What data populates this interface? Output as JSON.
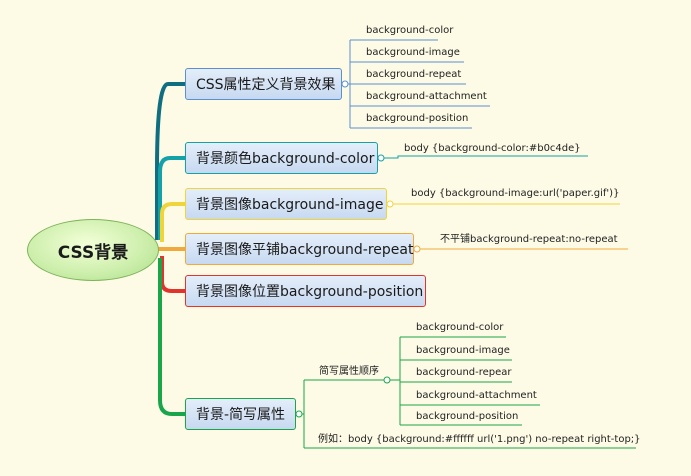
{
  "root": {
    "label": "CSS背景"
  },
  "branches": [
    {
      "label": "CSS属性定义背景效果",
      "color": "#5b8fcf",
      "children": [
        "background-color",
        "background-image",
        "background-repeat",
        "background-attachment",
        "background-position"
      ]
    },
    {
      "label": "背景颜色background-color",
      "color": "#14a1a8",
      "note": "body {background-color:#b0c4de}"
    },
    {
      "label": "背景图像background-image",
      "color": "#f0d43c",
      "note": "body {background-image:url('paper.gif')}"
    },
    {
      "label": "背景图像平铺background-repeat",
      "color": "#f2a93b",
      "note": "不平铺background-repeat:no-repeat"
    },
    {
      "label": "背景图像位置background-position",
      "color": "#e0342c"
    },
    {
      "label": "背景-简写属性",
      "color": "#1aa54a",
      "sub_label": "简写属性顺序",
      "children": [
        "background-color",
        "background-image",
        "background-repear",
        "background-attachment",
        "background-position"
      ],
      "example": "例如：body {background:#ffffff url('1.png') no-repeat right-top;}"
    }
  ]
}
